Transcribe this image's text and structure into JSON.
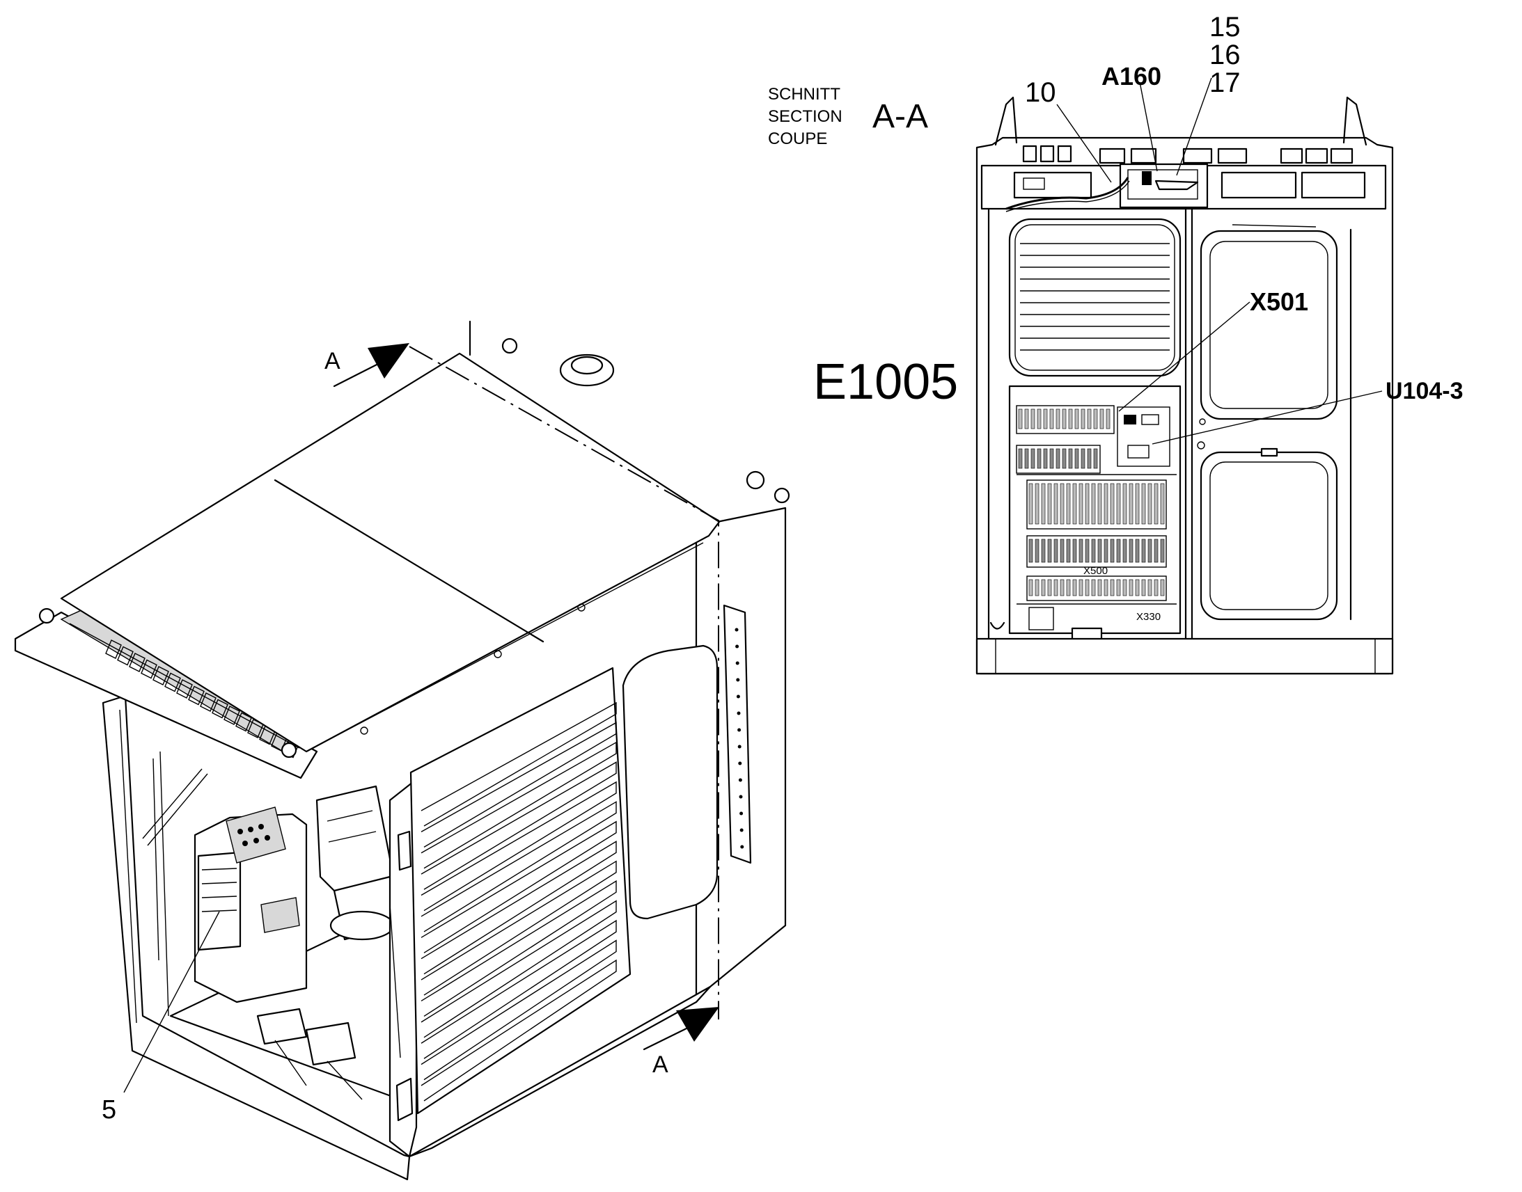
{
  "section_note": [
    "SCHNITT",
    "SECTION",
    "COUPE"
  ],
  "section_name": "A-A",
  "drawing_id": "E1005",
  "section_marker": "A",
  "callouts": {
    "item_5": "5",
    "item_10": "10",
    "a160": "A160",
    "items_15_17": [
      "15",
      "16",
      "17"
    ],
    "x501": "X501",
    "u104": "U104-3"
  },
  "panel_labels": {
    "x500": "X500",
    "x330": "X330"
  }
}
